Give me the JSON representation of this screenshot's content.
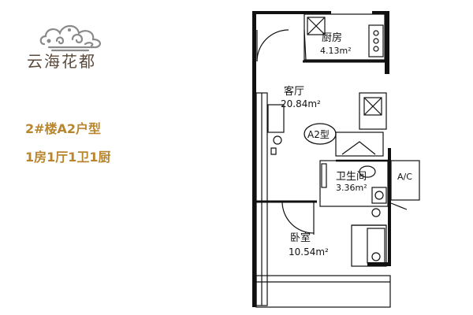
{
  "brand": {
    "name": "云海花都",
    "logo_icon": "auspicious-cloud-icon",
    "logo_color": "#8a8a8a",
    "text_color": "#5a4a3c"
  },
  "info": {
    "building_type": "2#楼A2户型",
    "layout": "1房1厅1卫1厨",
    "color": "#b8862e"
  },
  "floorplan": {
    "unit_tag": "A2型",
    "ac_label": "A/C",
    "rooms": [
      {
        "name": "厨房",
        "area": "4.13m²"
      },
      {
        "name": "客厅",
        "area": "20.84m²"
      },
      {
        "name": "卫生间",
        "area": "3.36m²"
      },
      {
        "name": "卧室",
        "area": "10.54m²"
      }
    ]
  }
}
